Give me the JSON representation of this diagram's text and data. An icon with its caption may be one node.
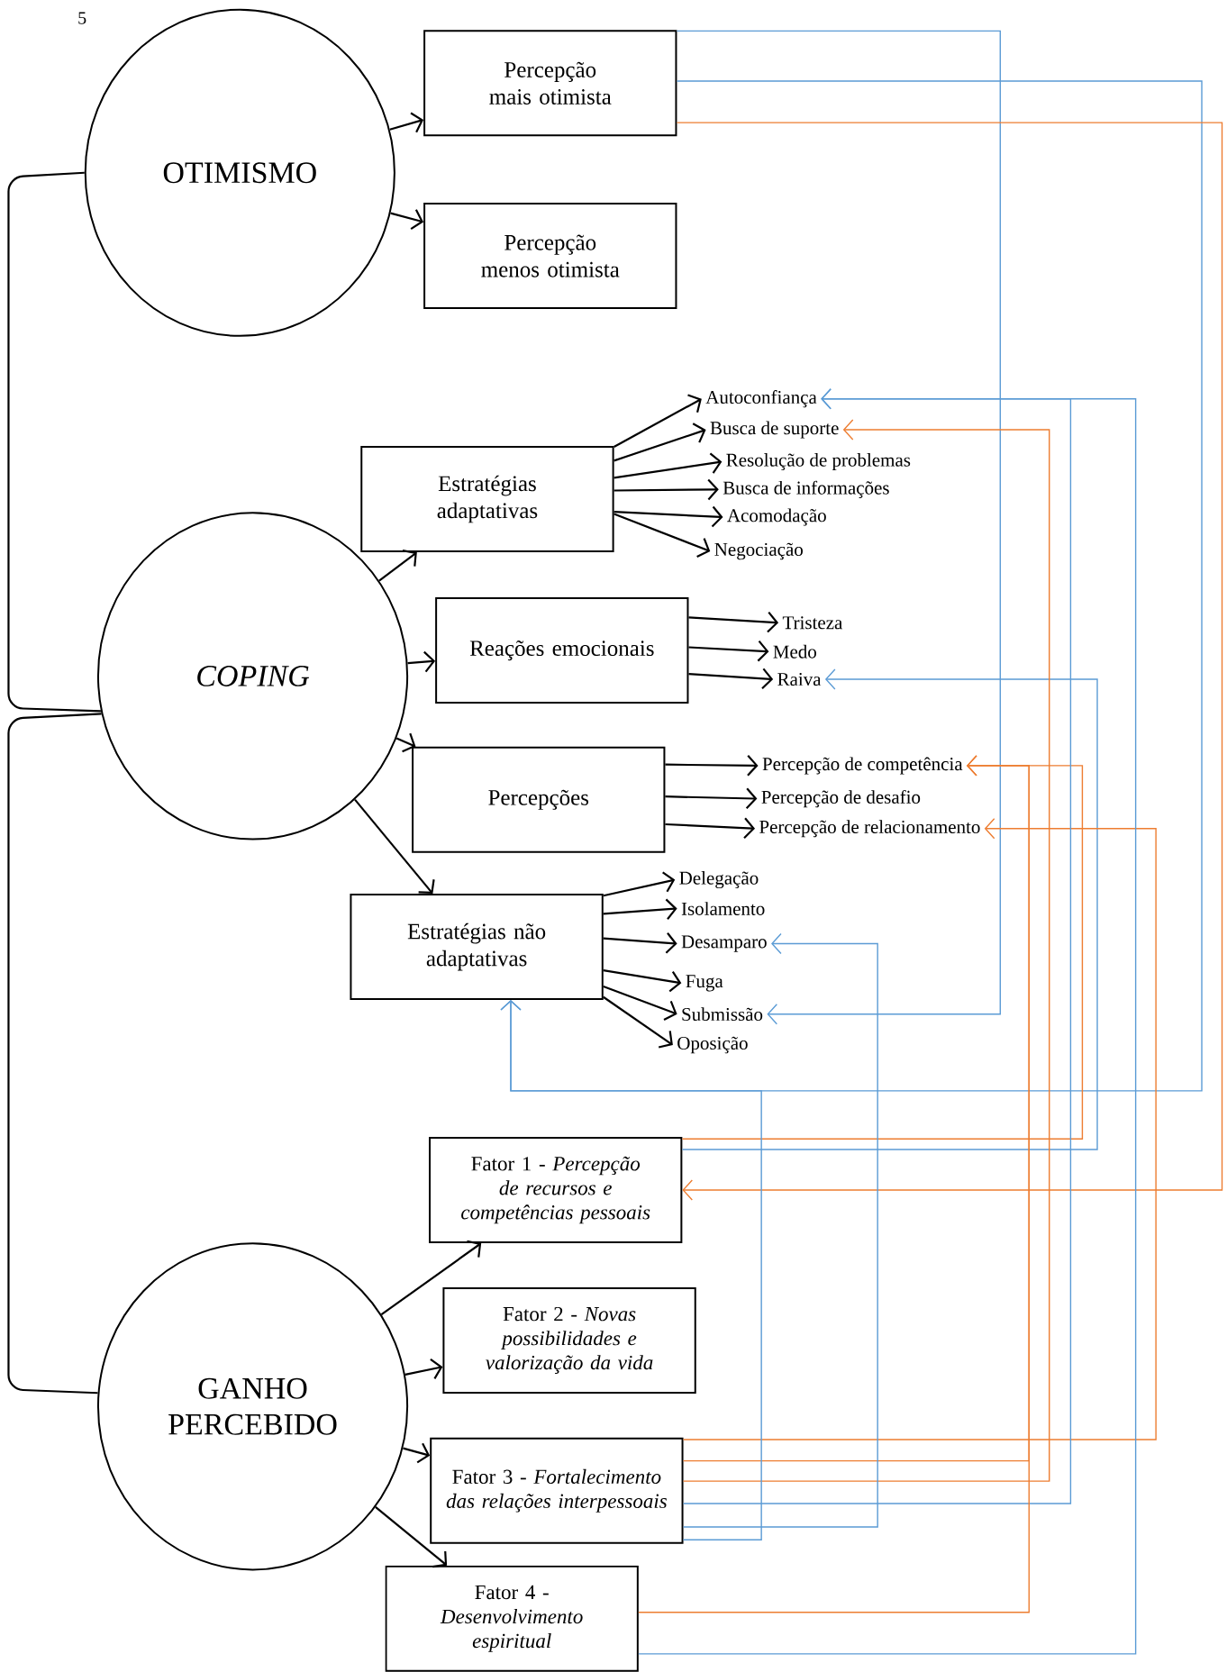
{
  "diagram": {
    "nodes": [
      {
        "text": [
          "OTIMISMO"
        ]
      },
      {
        "text": [
          "Percepção mais otimista"
        ]
      },
      {
        "text": [
          "Percepção menos otimista"
        ]
      },
      {
        "text": [
          "Estratégias adaptativas"
        ]
      },
      {
        "text": [
          "Autoconfiança"
        ]
      },
      {
        "text": [
          "Busca de suporte"
        ]
      },
      {
        "text": [
          "Resolução de problemas"
        ]
      },
      {
        "text": [
          "Busca de informações"
        ]
      },
      {
        "text": [
          "Acomodação"
        ]
      },
      {
        "text": [
          "Negociação"
        ]
      },
      {
        "text": [
          "COPING"
        ]
      },
      {
        "text": [
          "Reações emocionais"
        ]
      },
      {
        "text": [
          "Tristeza"
        ]
      },
      {
        "text": [
          "Medo"
        ]
      },
      {
        "text": [
          "Raiva"
        ]
      },
      {
        "text": [
          "Percepções"
        ]
      },
      {
        "text": [
          "Percepção de competência"
        ]
      },
      {
        "text": [
          "Percepção de desafio"
        ]
      },
      {
        "text": [
          "Percepção de relacionamento"
        ]
      },
      {
        "text": [
          "Estratégias não adaptativas"
        ]
      },
      {
        "text": [
          "Delegação"
        ]
      },
      {
        "text": [
          "Isolamento"
        ]
      },
      {
        "text": [
          "Desamparo"
        ]
      },
      {
        "text": [
          "Fuga"
        ]
      },
      {
        "text": [
          "Submissão"
        ]
      },
      {
        "text": [
          "Oposição"
        ]
      },
      {
        "text": [
          "Fator 1 - *Percepção de recursos e competências pessoais*"
        ]
      },
      {
        "text": [
          "GANHO PERCEBIDO"
        ]
      },
      {
        "text": [
          "Fator 2 - *Novas possibilidades e valorização da vida*"
        ]
      },
      {
        "text": [
          "Fator 3 - *Fortalecimento das relações interpessoais*"
        ]
      },
      {
        "text": [
          "Fator 4 - *Desenvolvimento espiritual*"
        ]
      }
    ],
    "edges": [
      {
        "from": 0,
        "to": 1,
        "arrow": "to"
      },
      {
        "from": 0,
        "to": 2,
        "arrow": "to"
      },
      {
        "from": 0,
        "to": 10,
        "arrow": "none"
      },
      {
        "from": 10,
        "to": 3,
        "arrow": "to"
      },
      {
        "from": 3,
        "to": 4,
        "arrow": "to"
      },
      {
        "from": 3,
        "to": 5,
        "arrow": "to"
      },
      {
        "from": 3,
        "to": 6,
        "arrow": "to"
      },
      {
        "from": 3,
        "to": 7,
        "arrow": "to"
      },
      {
        "from": 3,
        "to": 8,
        "arrow": "to"
      },
      {
        "from": 3,
        "to": 9,
        "arrow": "to"
      },
      {
        "from": 10,
        "to": 11,
        "arrow": "to"
      },
      {
        "from": 11,
        "to": 12,
        "arrow": "to"
      },
      {
        "from": 11,
        "to": 13,
        "arrow": "to"
      },
      {
        "from": 11,
        "to": 14,
        "arrow": "to"
      },
      {
        "from": 10,
        "to": 15,
        "arrow": "to"
      },
      {
        "from": 15,
        "to": 16,
        "arrow": "to"
      },
      {
        "from": 15,
        "to": 17,
        "arrow": "to"
      },
      {
        "from": 15,
        "to": 18,
        "arrow": "to"
      },
      {
        "from": 10,
        "to": 19,
        "arrow": "to"
      },
      {
        "from": 19,
        "to": 20,
        "arrow": "to"
      },
      {
        "from": 19,
        "to": 21,
        "arrow": "to"
      },
      {
        "from": 19,
        "to": 22,
        "arrow": "to"
      },
      {
        "from": 19,
        "to": 23,
        "arrow": "to"
      },
      {
        "from": 19,
        "to": 24,
        "arrow": "to"
      },
      {
        "from": 19,
        "to": 25,
        "arrow": "to"
      },
      {
        "from": 10,
        "to": 27,
        "arrow": "none"
      },
      {
        "from": 27,
        "to": 26,
        "arrow": "to"
      },
      {
        "from": 27,
        "to": 28,
        "arrow": "to"
      },
      {
        "from": 27,
        "to": 29,
        "arrow": "to"
      },
      {
        "from": 27,
        "to": 30,
        "arrow": "to"
      },
      {
        "from": 1,
        "to": 24,
        "arrow": "to",
        "color": "#5b9bd5"
      },
      {
        "from": 1,
        "to": 19,
        "arrow": "to",
        "color": "#5b9bd5"
      },
      {
        "from": 1,
        "to": 26,
        "arrow": "to",
        "color": "#ed7d31"
      },
      {
        "from": 26,
        "to": 16,
        "arrow": "to",
        "color": "#ed7d31"
      },
      {
        "from": 26,
        "to": 14,
        "arrow": "to",
        "color": "#5b9bd5"
      },
      {
        "from": 29,
        "to": 18,
        "arrow": "to",
        "color": "#ed7d31"
      },
      {
        "from": 29,
        "to": 16,
        "arrow": "to",
        "color": "#ed7d31"
      },
      {
        "from": 29,
        "to": 5,
        "arrow": "to",
        "color": "#ed7d31"
      },
      {
        "from": 29,
        "to": 4,
        "arrow": "to",
        "color": "#5b9bd5"
      },
      {
        "from": 29,
        "to": 22,
        "arrow": "to",
        "color": "#5b9bd5"
      },
      {
        "from": 29,
        "to": 19,
        "arrow": "to",
        "color": "#5b9bd5"
      },
      {
        "from": 30,
        "to": 16,
        "arrow": "to",
        "color": "#ed7d31"
      },
      {
        "from": 30,
        "to": 4,
        "arrow": "to",
        "color": "#5b9bd5"
      }
    ],
    "labels": [
      "5"
    ]
  }
}
